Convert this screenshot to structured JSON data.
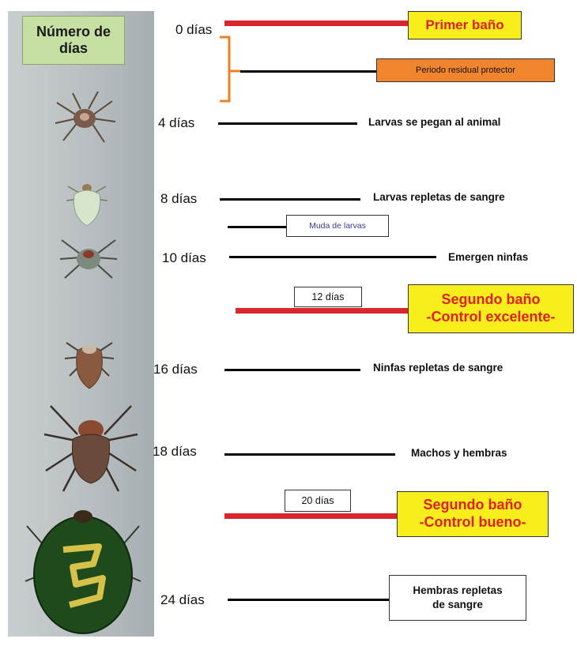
{
  "header": {
    "line1": "Número de",
    "line2": "días"
  },
  "ticks": {
    "d0": "0 días",
    "d4": "4 días",
    "d8": "8 días",
    "d10": "10 días",
    "d16": "16 días",
    "d18": "18 días",
    "d24": "24 días"
  },
  "events": {
    "primer_bano": "Primer baño",
    "periodo_residual": "Periodo residual protector",
    "larvas_pegan": "Larvas se pegan al animal",
    "larvas_repletas": "Larvas repletas de sangre",
    "muda_larvas": "Muda de larvas",
    "emergen_ninfas": "Emergen ninfas",
    "dia12": "12 días",
    "segundo_excelente_1": "Segundo baño",
    "segundo_excelente_2": "-Control excelente-",
    "ninfas_repletas": "Ninfas repletas de sangre",
    "machos_hembras": "Machos y hembras",
    "dia20": "20 días",
    "segundo_bueno_1": "Segundo baño",
    "segundo_bueno_2": "-Control bueno-",
    "hembras_1": "Hembras repletas",
    "hembras_2": "de sangre"
  },
  "colors": {
    "accent_red": "#d9262c",
    "yellow_box": "#f7ee1c",
    "orange_box": "#f0852e",
    "header_green": "#c6e0a3",
    "bracket_orange": "#f07f22"
  },
  "icons": [
    "tick-larva-icon",
    "tick-engorged-larva-icon",
    "tick-nymph-icon",
    "tick-engorged-nymph-icon",
    "tick-adult-icon",
    "tick-engorged-female-icon"
  ]
}
